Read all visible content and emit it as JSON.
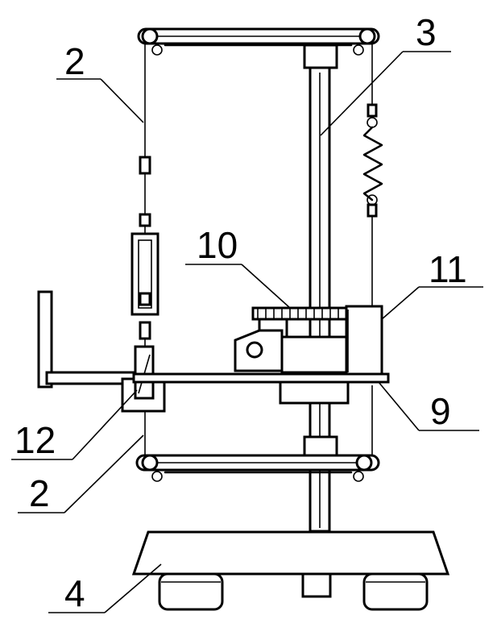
{
  "labels": {
    "wire_top": "2",
    "rod": "3",
    "slider": "10",
    "block": "11",
    "clamp": "12",
    "platform": "9",
    "wire_bottom": "2",
    "base": "4"
  }
}
